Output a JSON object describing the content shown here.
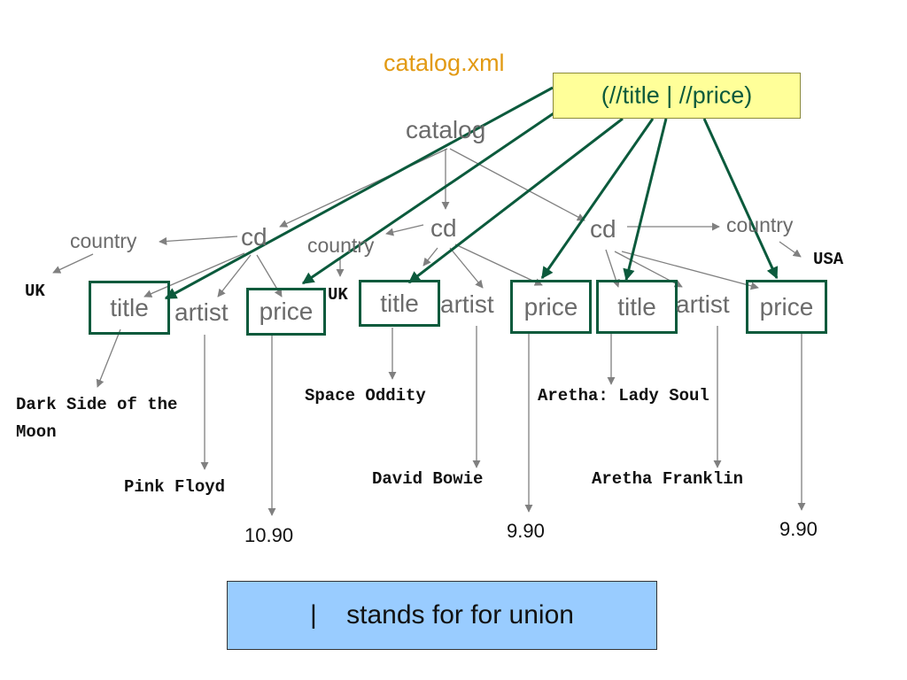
{
  "filename": "catalog.xml",
  "query": "(//title | //price)",
  "note": "|    stands for for union",
  "colors": {
    "tree_edge": "#808080",
    "query_arrow": "#0b5a3c",
    "query_box_fill": "#ffff99",
    "note_box_fill": "#99ccff",
    "filename": "#e29a14"
  },
  "tree": {
    "root": "catalog",
    "cds": [
      {
        "label": "cd",
        "country": {
          "label": "country",
          "value": "UK"
        },
        "title": {
          "label": "title",
          "value": "Dark Side of the Moon"
        },
        "artist": {
          "label": "artist",
          "value": "Pink Floyd"
        },
        "price": {
          "label": "price",
          "value": "10.90"
        }
      },
      {
        "label": "cd",
        "country": {
          "label": "country",
          "value": "UK"
        },
        "title": {
          "label": "title",
          "value": "Space Oddity"
        },
        "artist": {
          "label": "artist",
          "value": "David Bowie"
        },
        "price": {
          "label": "price",
          "value": "9.90"
        }
      },
      {
        "label": "cd",
        "country": {
          "label": "country",
          "value": "USA"
        },
        "title": {
          "label": "title",
          "value": "Aretha: Lady Soul"
        },
        "artist": {
          "label": "artist",
          "value": "Aretha Franklin"
        },
        "price": {
          "label": "price",
          "value": "9.90"
        }
      }
    ]
  }
}
